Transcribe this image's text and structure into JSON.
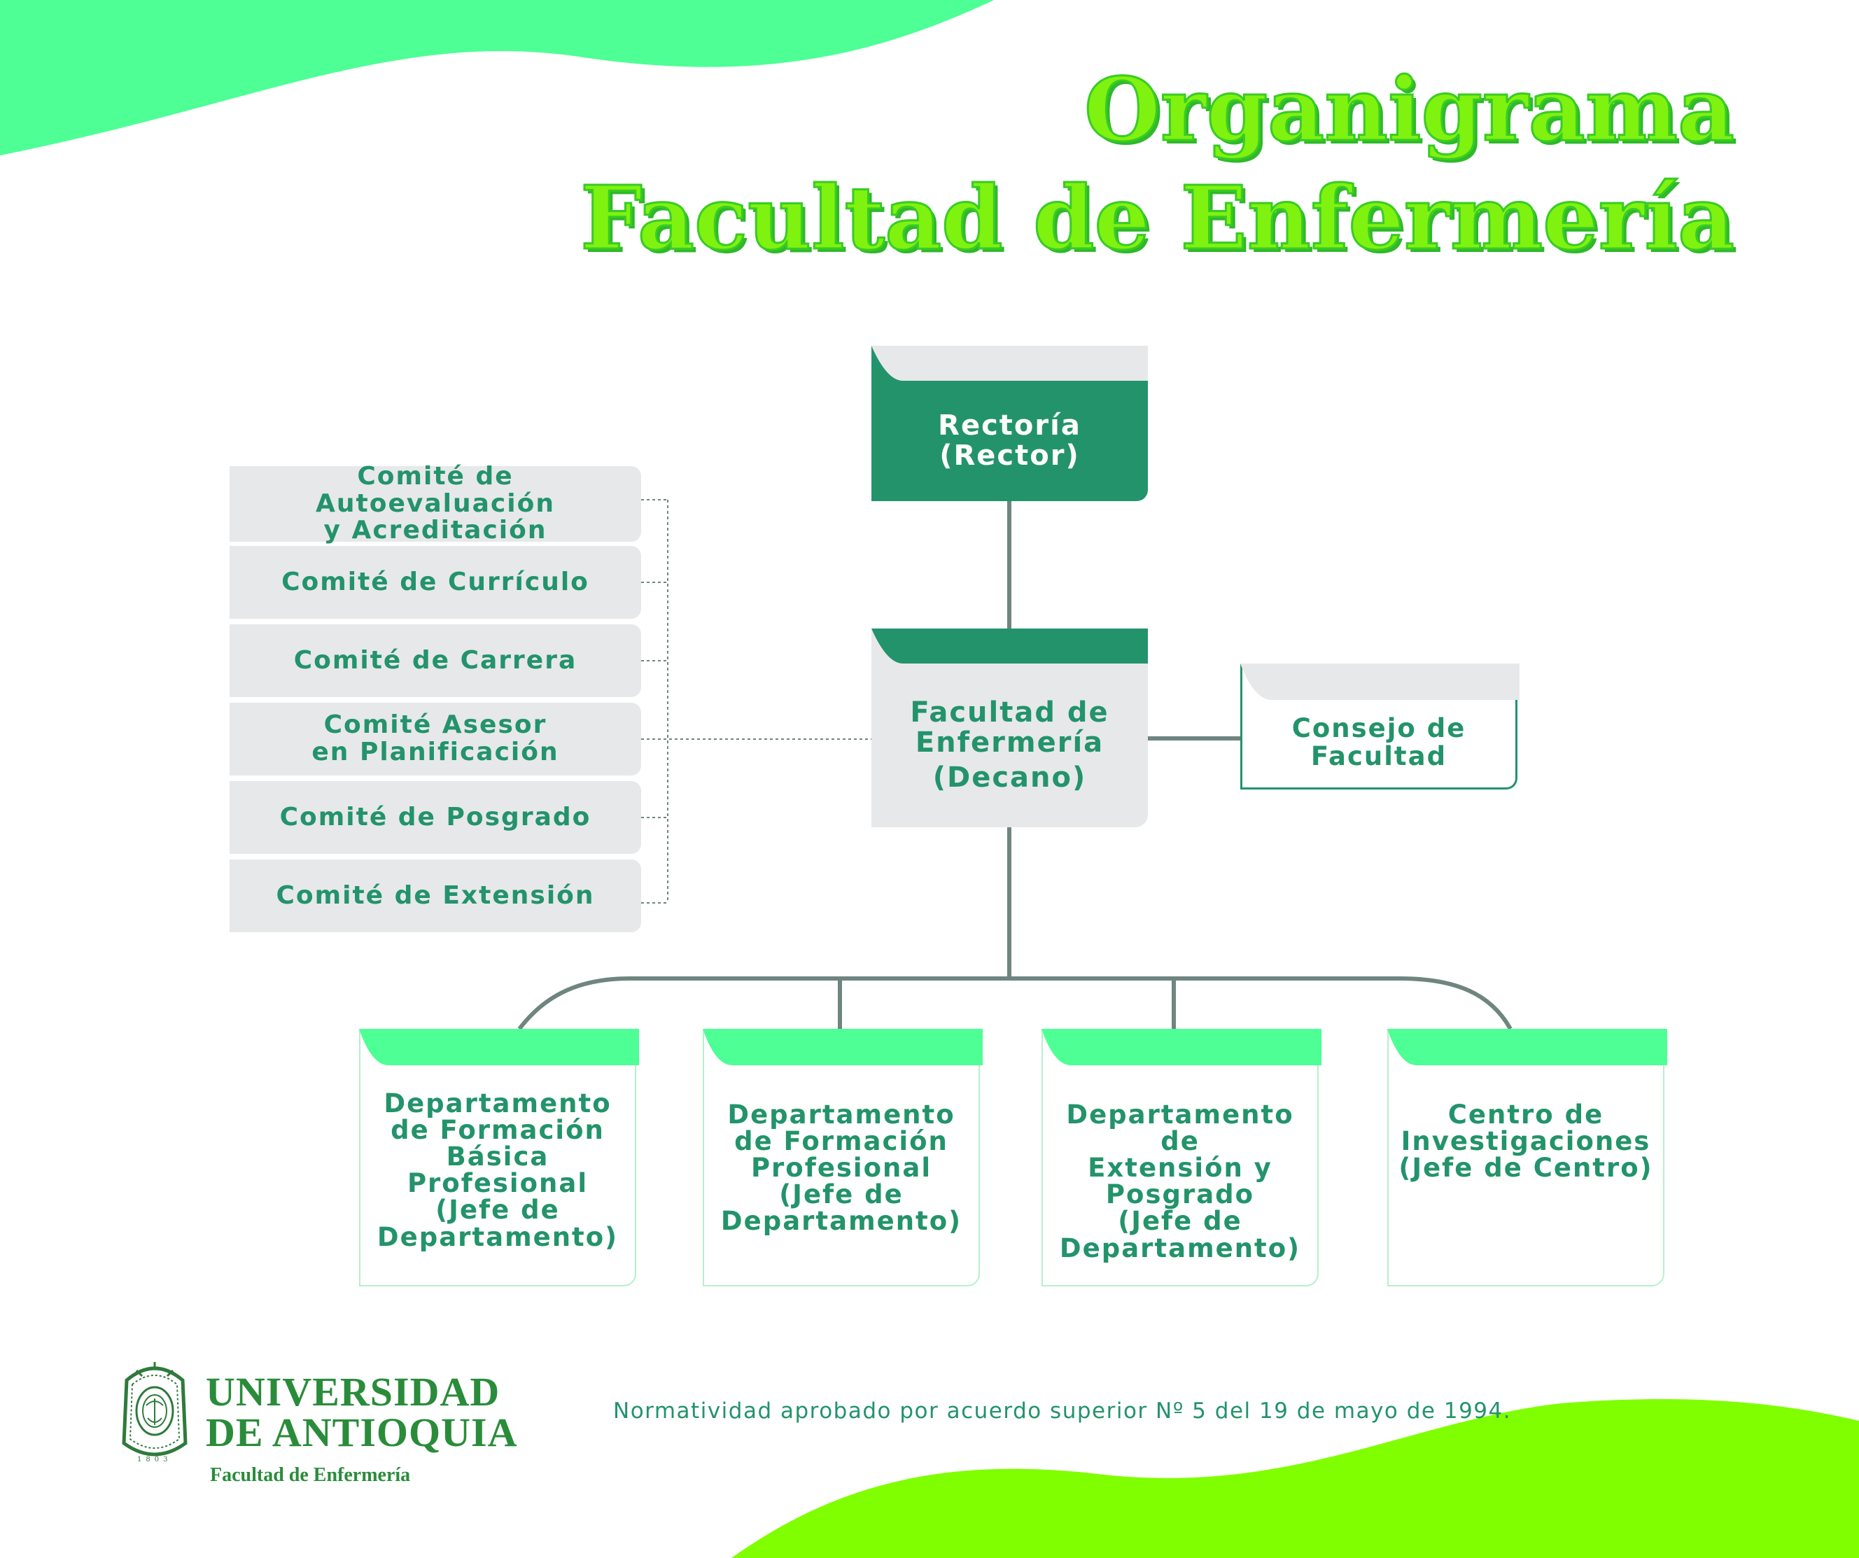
{
  "title": {
    "line1": "Organigrama",
    "line2": "Facultad de Enfermería"
  },
  "nodes": {
    "rectoria": {
      "line1": "Rectoría",
      "line2": "(Rector)"
    },
    "facultad": {
      "line1": "Facultad de",
      "line2": "Enfermería",
      "line3": "(Decano)"
    },
    "consejo": {
      "line1": "Consejo de",
      "line2": "Facultad"
    }
  },
  "comites": [
    {
      "line1": "Comité de Autoevaluación",
      "line2": "y Acreditación"
    },
    {
      "line1": "Comité de Currículo"
    },
    {
      "line1": "Comité de Carrera"
    },
    {
      "line1": "Comité Asesor",
      "line2": "en Planificación"
    },
    {
      "line1": "Comité de Posgrado"
    },
    {
      "line1": "Comité de Extensión"
    }
  ],
  "departamentos": [
    {
      "lines": [
        "Departamento",
        "de Formación",
        "Básica",
        "Profesional",
        "(Jefe de",
        "Departamento)"
      ]
    },
    {
      "lines": [
        "Departamento",
        "de Formación",
        "Profesional",
        "(Jefe de",
        "Departamento)"
      ]
    },
    {
      "lines": [
        "Departamento de",
        "Extensión y",
        "Posgrado",
        "(Jefe de",
        "Departamento)"
      ]
    },
    {
      "lines": [
        "Centro de",
        "Investigaciones",
        "(Jefe de Centro)"
      ]
    }
  ],
  "footer": {
    "university_line1": "UNIVERSIDAD",
    "university_line2": "DE ANTIOQUIA",
    "faculty": "Facultad de Enfermería",
    "year": "1803",
    "normatividad": "Normatividad aprobado por acuerdo superior Nº 5 del 19 de mayo de 1994."
  },
  "colors": {
    "primary_green": "#23936b",
    "mint": "#4dff95",
    "lime": "#7ff20f",
    "box_gray": "#e7e8ea",
    "connector": "#6f8580"
  }
}
